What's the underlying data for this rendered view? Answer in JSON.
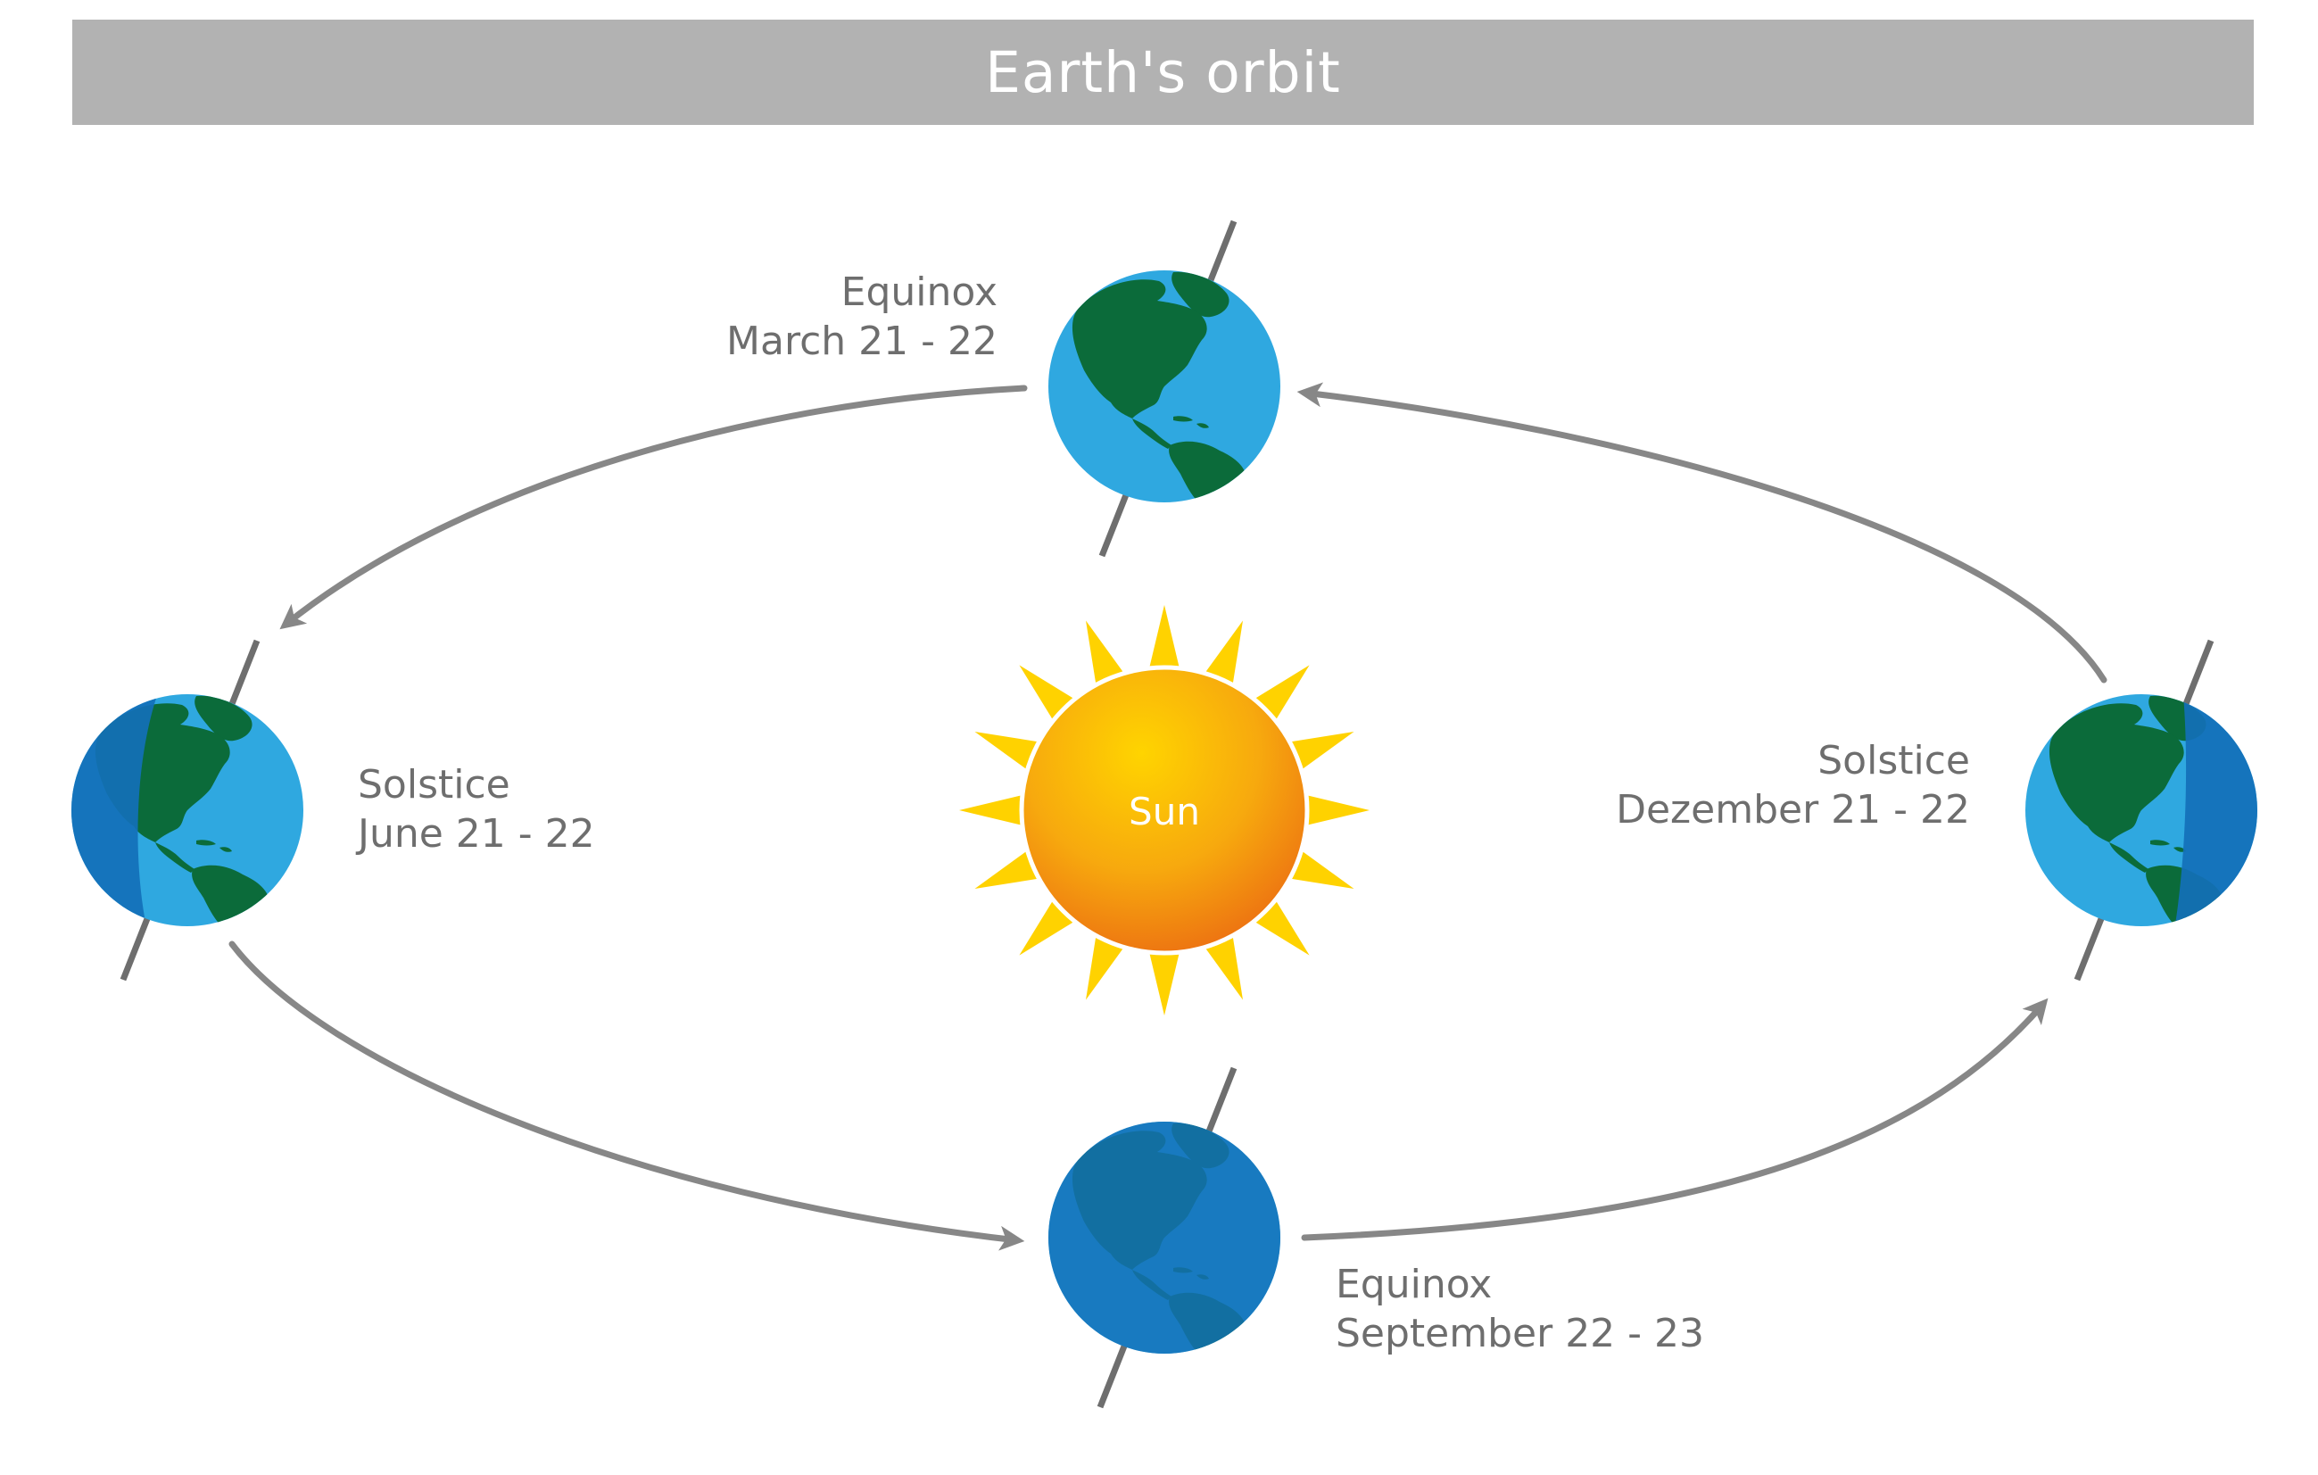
{
  "title": "Earth's orbit",
  "sun": {
    "label": "Sun"
  },
  "positions": {
    "march": {
      "event": "Equinox",
      "dates": "March 21 - 22"
    },
    "june": {
      "event": "Solstice",
      "dates": "June 21 - 22"
    },
    "december": {
      "event": "Solstice",
      "dates": "Dezember 21 - 22"
    },
    "september": {
      "event": "Equinox",
      "dates": "September 22 - 23"
    }
  },
  "colors": {
    "title_bar": "#b2b2b2",
    "orbit_arrow": "#878787",
    "label_text": "#6e6e6e",
    "ocean_lit": "#2fa8e0",
    "ocean_dark": "#1470b8",
    "land": "#0b6b3a",
    "sun_core": "#f8c400",
    "sun_edge": "#ee7a12",
    "sun_rays": "#ffd200",
    "axis": "#6e6e6e"
  }
}
